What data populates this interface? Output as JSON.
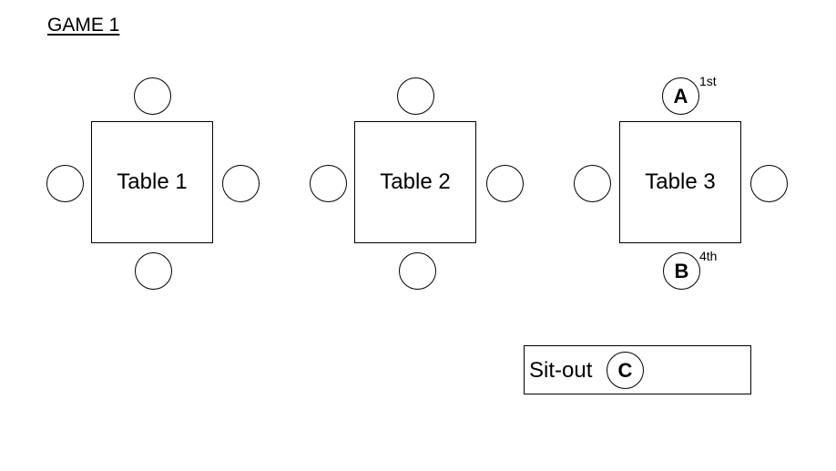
{
  "title": "GAME 1",
  "tables": [
    {
      "label": "Table 1",
      "seats": {
        "top": "",
        "left": "",
        "right": "",
        "bottom": ""
      }
    },
    {
      "label": "Table 2",
      "seats": {
        "top": "",
        "left": "",
        "right": "",
        "bottom": ""
      }
    },
    {
      "label": "Table 3",
      "seats": {
        "top": "A",
        "left": "",
        "right": "",
        "bottom": "B"
      },
      "order": {
        "top": "1st",
        "bottom": "4th"
      }
    }
  ],
  "sitout": {
    "label": "Sit-out",
    "player": "C"
  }
}
